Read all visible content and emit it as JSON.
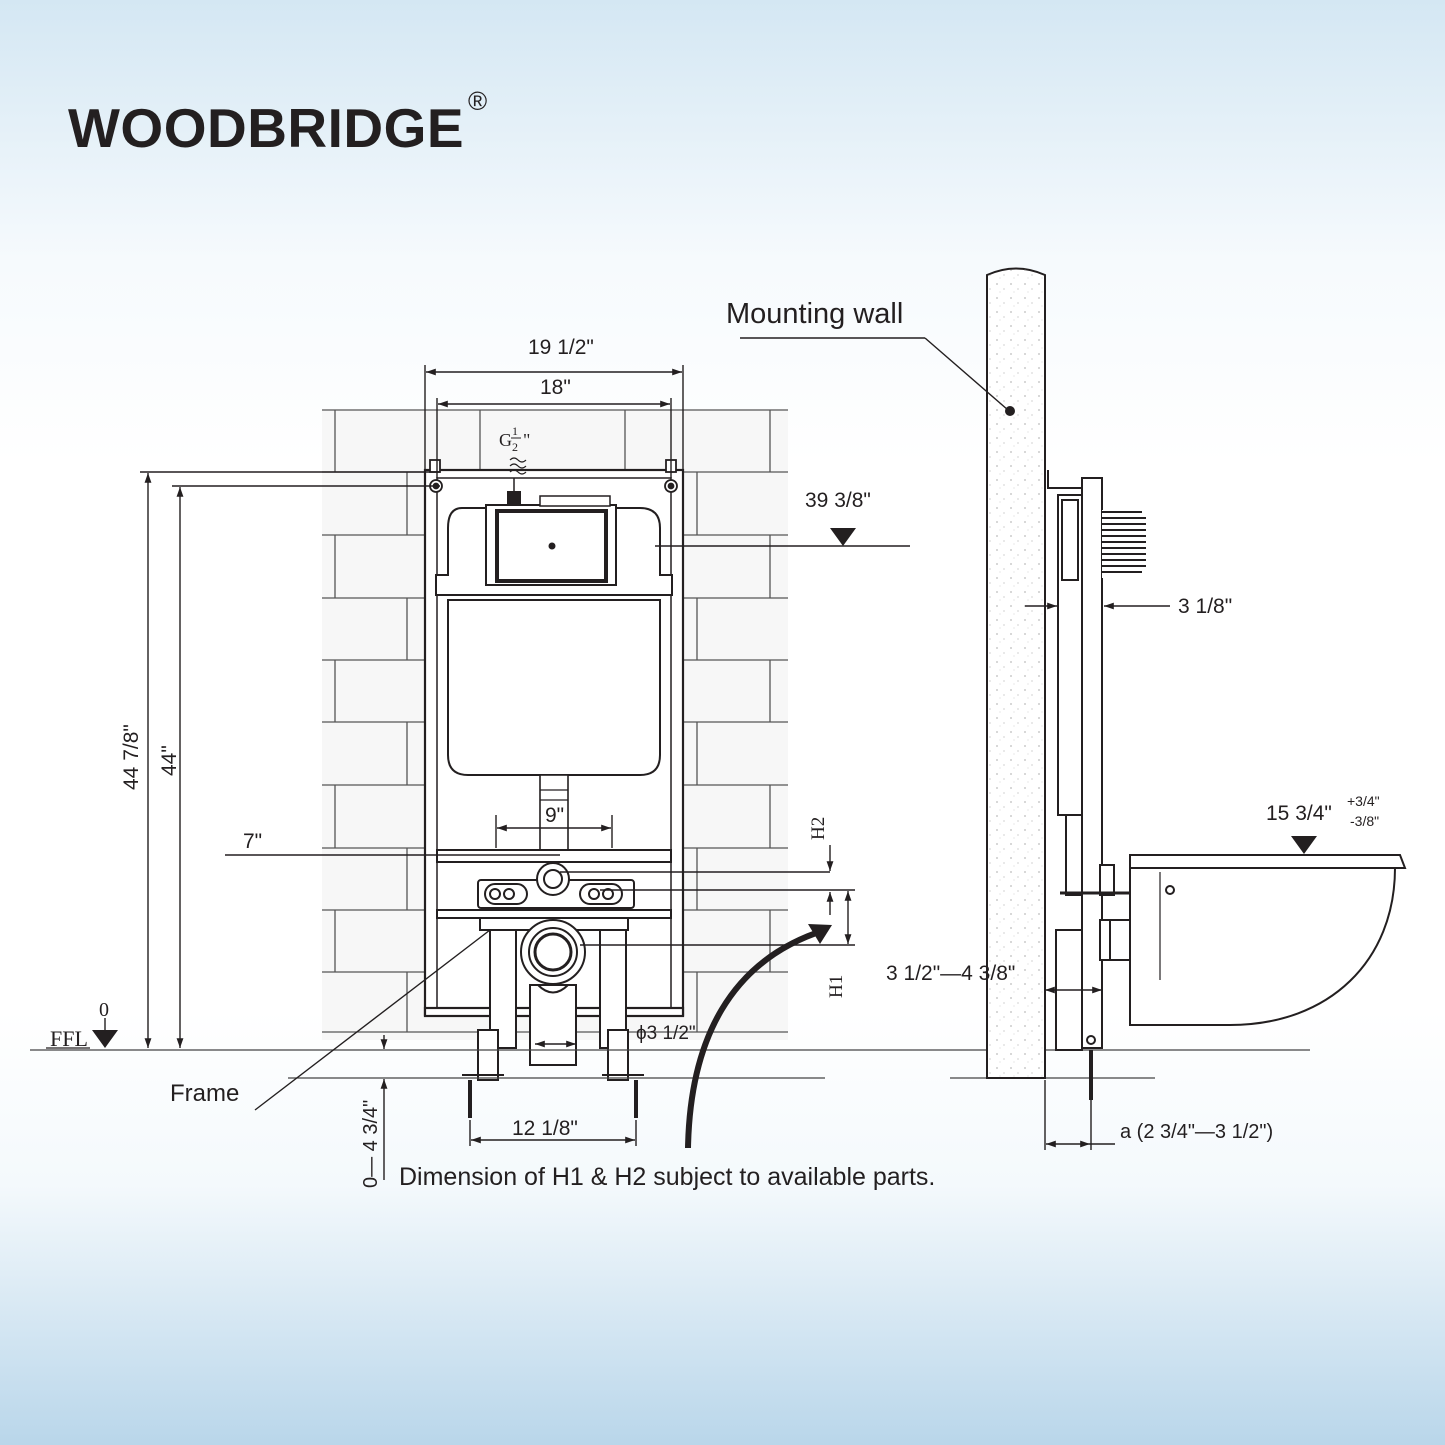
{
  "brand": {
    "name": "WOODBRIDGE",
    "registered_mark": "®"
  },
  "front_view": {
    "width_outer": "19 1/2\"",
    "width_inner": "18\"",
    "water_inlet": {
      "g": "G",
      "num": "1",
      "den": "2",
      "unit": "\""
    },
    "inlet_height": "39 3/8\"",
    "frame_height_total": "44 7/8\"",
    "frame_height": "44\"",
    "bolt_spacing": "9\"",
    "bolt_height": "7\"",
    "h2_label": "H2",
    "h1_label": "H1",
    "ffl_label": "FFL",
    "ffl_value": "0",
    "drain_diameter": "ϕ3 1/2\"",
    "leg_spacing": "12 1/8\"",
    "leg_adjust": "0— 4 3/4\"",
    "frame_label": "Frame"
  },
  "side_view": {
    "mounting_wall_label": "Mounting wall",
    "frame_depth": "3 1/8\"",
    "bowl_height": "15 3/4\"",
    "bowl_tolerance_plus": "+3/4\"",
    "bowl_tolerance_minus": "-3/8\"",
    "wall_gap": "3 1/2\"—4 3/8\"",
    "distance_a": "a (2 3/4\"—3 1/2\")"
  },
  "note": "Dimension of H1 & H2 subject to available parts."
}
